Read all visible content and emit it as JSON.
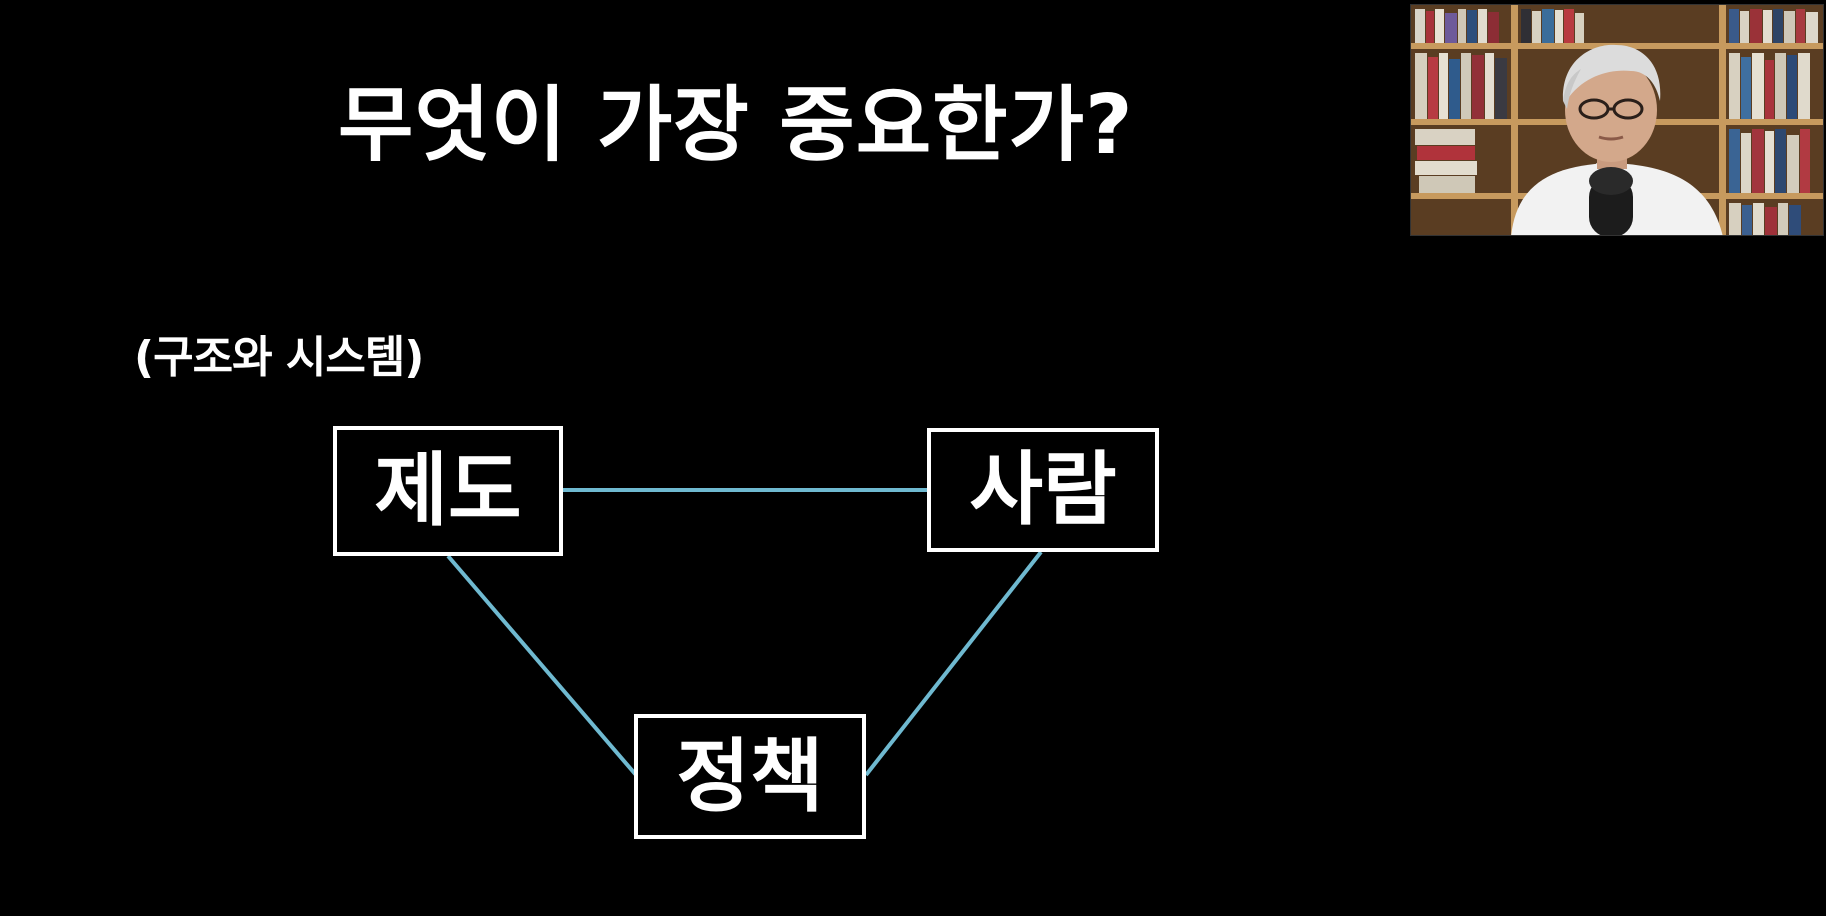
{
  "slide": {
    "title": "무엇이 가장 중요한가?",
    "subtitle": "(구조와 시스템)",
    "nodes": {
      "jedo": "제도",
      "saram": "사람",
      "jeongchaek": "정책"
    },
    "connector_color": "#6fb9d0",
    "background": "#000000",
    "text_color": "#ffffff"
  },
  "webcam": {
    "icon": "presenter-video-icon"
  }
}
